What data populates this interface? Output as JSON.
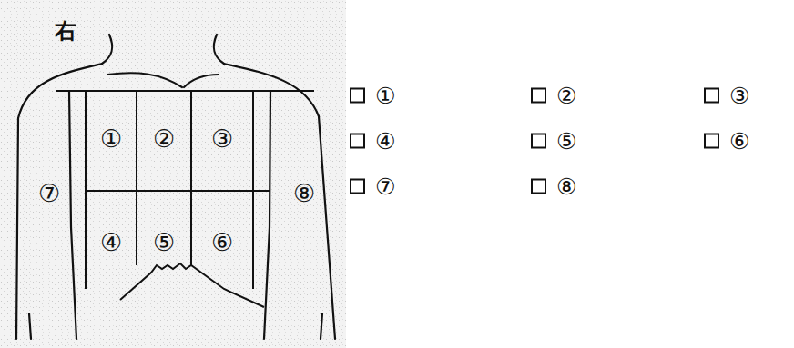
{
  "diagram": {
    "labels": [
      "右",
      "①",
      "②",
      "③",
      "⑦",
      "⑧",
      "④",
      "⑤",
      "⑥",
      "①",
      "②",
      "③",
      "④",
      "⑤",
      "⑥",
      "⑦",
      "⑧"
    ]
  }
}
